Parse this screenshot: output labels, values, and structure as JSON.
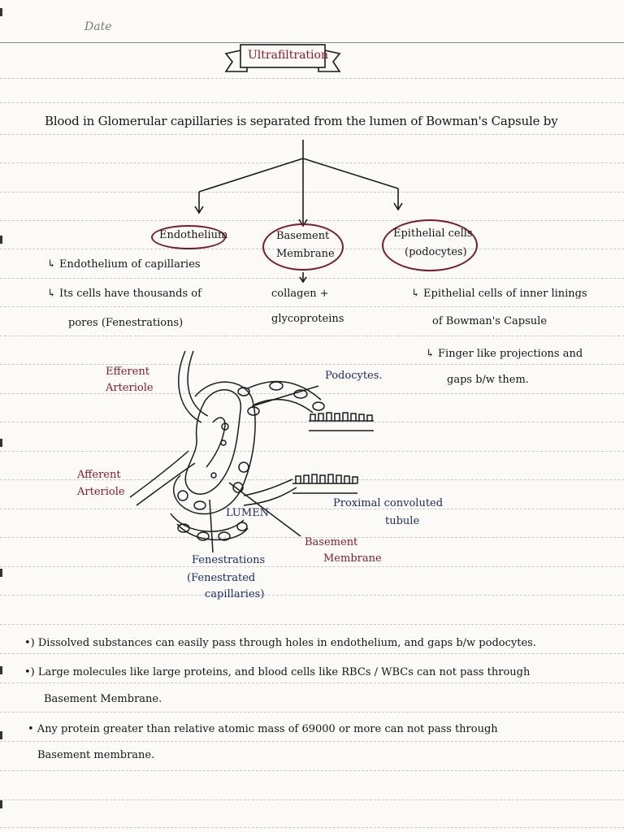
{
  "header": {
    "date_label": "Date"
  },
  "title": "Ultrafiltration",
  "intro": "Blood in Glomerular capillaries is separated from the lumen of Bowman's Capsule by",
  "branches": [
    {
      "heading": "Endothelium",
      "notes": [
        "↳ Endothelium of capillaries",
        "↳ Its cells have thousands of",
        "pores (Fenestrations)"
      ]
    },
    {
      "heading_lines": [
        "Basement",
        "Membrane"
      ],
      "notes": [
        "collagen +",
        "glycoproteins"
      ]
    },
    {
      "heading_lines": [
        "Epithelial cells",
        "(podocytes)"
      ],
      "notes": [
        "↳ Epithelial cells of inner linings",
        "of Bowman's Capsule",
        "↳ Finger like projections and",
        "gaps b/w them."
      ]
    }
  ],
  "diagram_labels": {
    "efferent": [
      "Efferent",
      "Arteriole"
    ],
    "afferent": [
      "Afferent",
      "Arteriole"
    ],
    "podocytes": "Podocytes.",
    "lumen": "LUMEN",
    "pct": [
      "Proximal convoluted",
      "tubule"
    ],
    "basement": [
      "Basement",
      "Membrane"
    ],
    "fenestrations": [
      "Fenestrations",
      "(Fenestrated",
      "capillaries)"
    ]
  },
  "bullets": [
    "•) Dissolved substances can easily pass through holes in endothelium, and gaps b/w podocytes.",
    "•) Large molecules like large proteins, and blood cells like RBCs / WBCs can not pass through",
    "Basement Membrane.",
    "• Any protein greater than relative atomic mass of 69000 or more can not pass through",
    "Basement membrane."
  ],
  "colors": {
    "ink": "#151515",
    "accent_red": "#8a1a2b",
    "label_blue": "#1a2a6b",
    "paper": "#fbfaf7"
  }
}
